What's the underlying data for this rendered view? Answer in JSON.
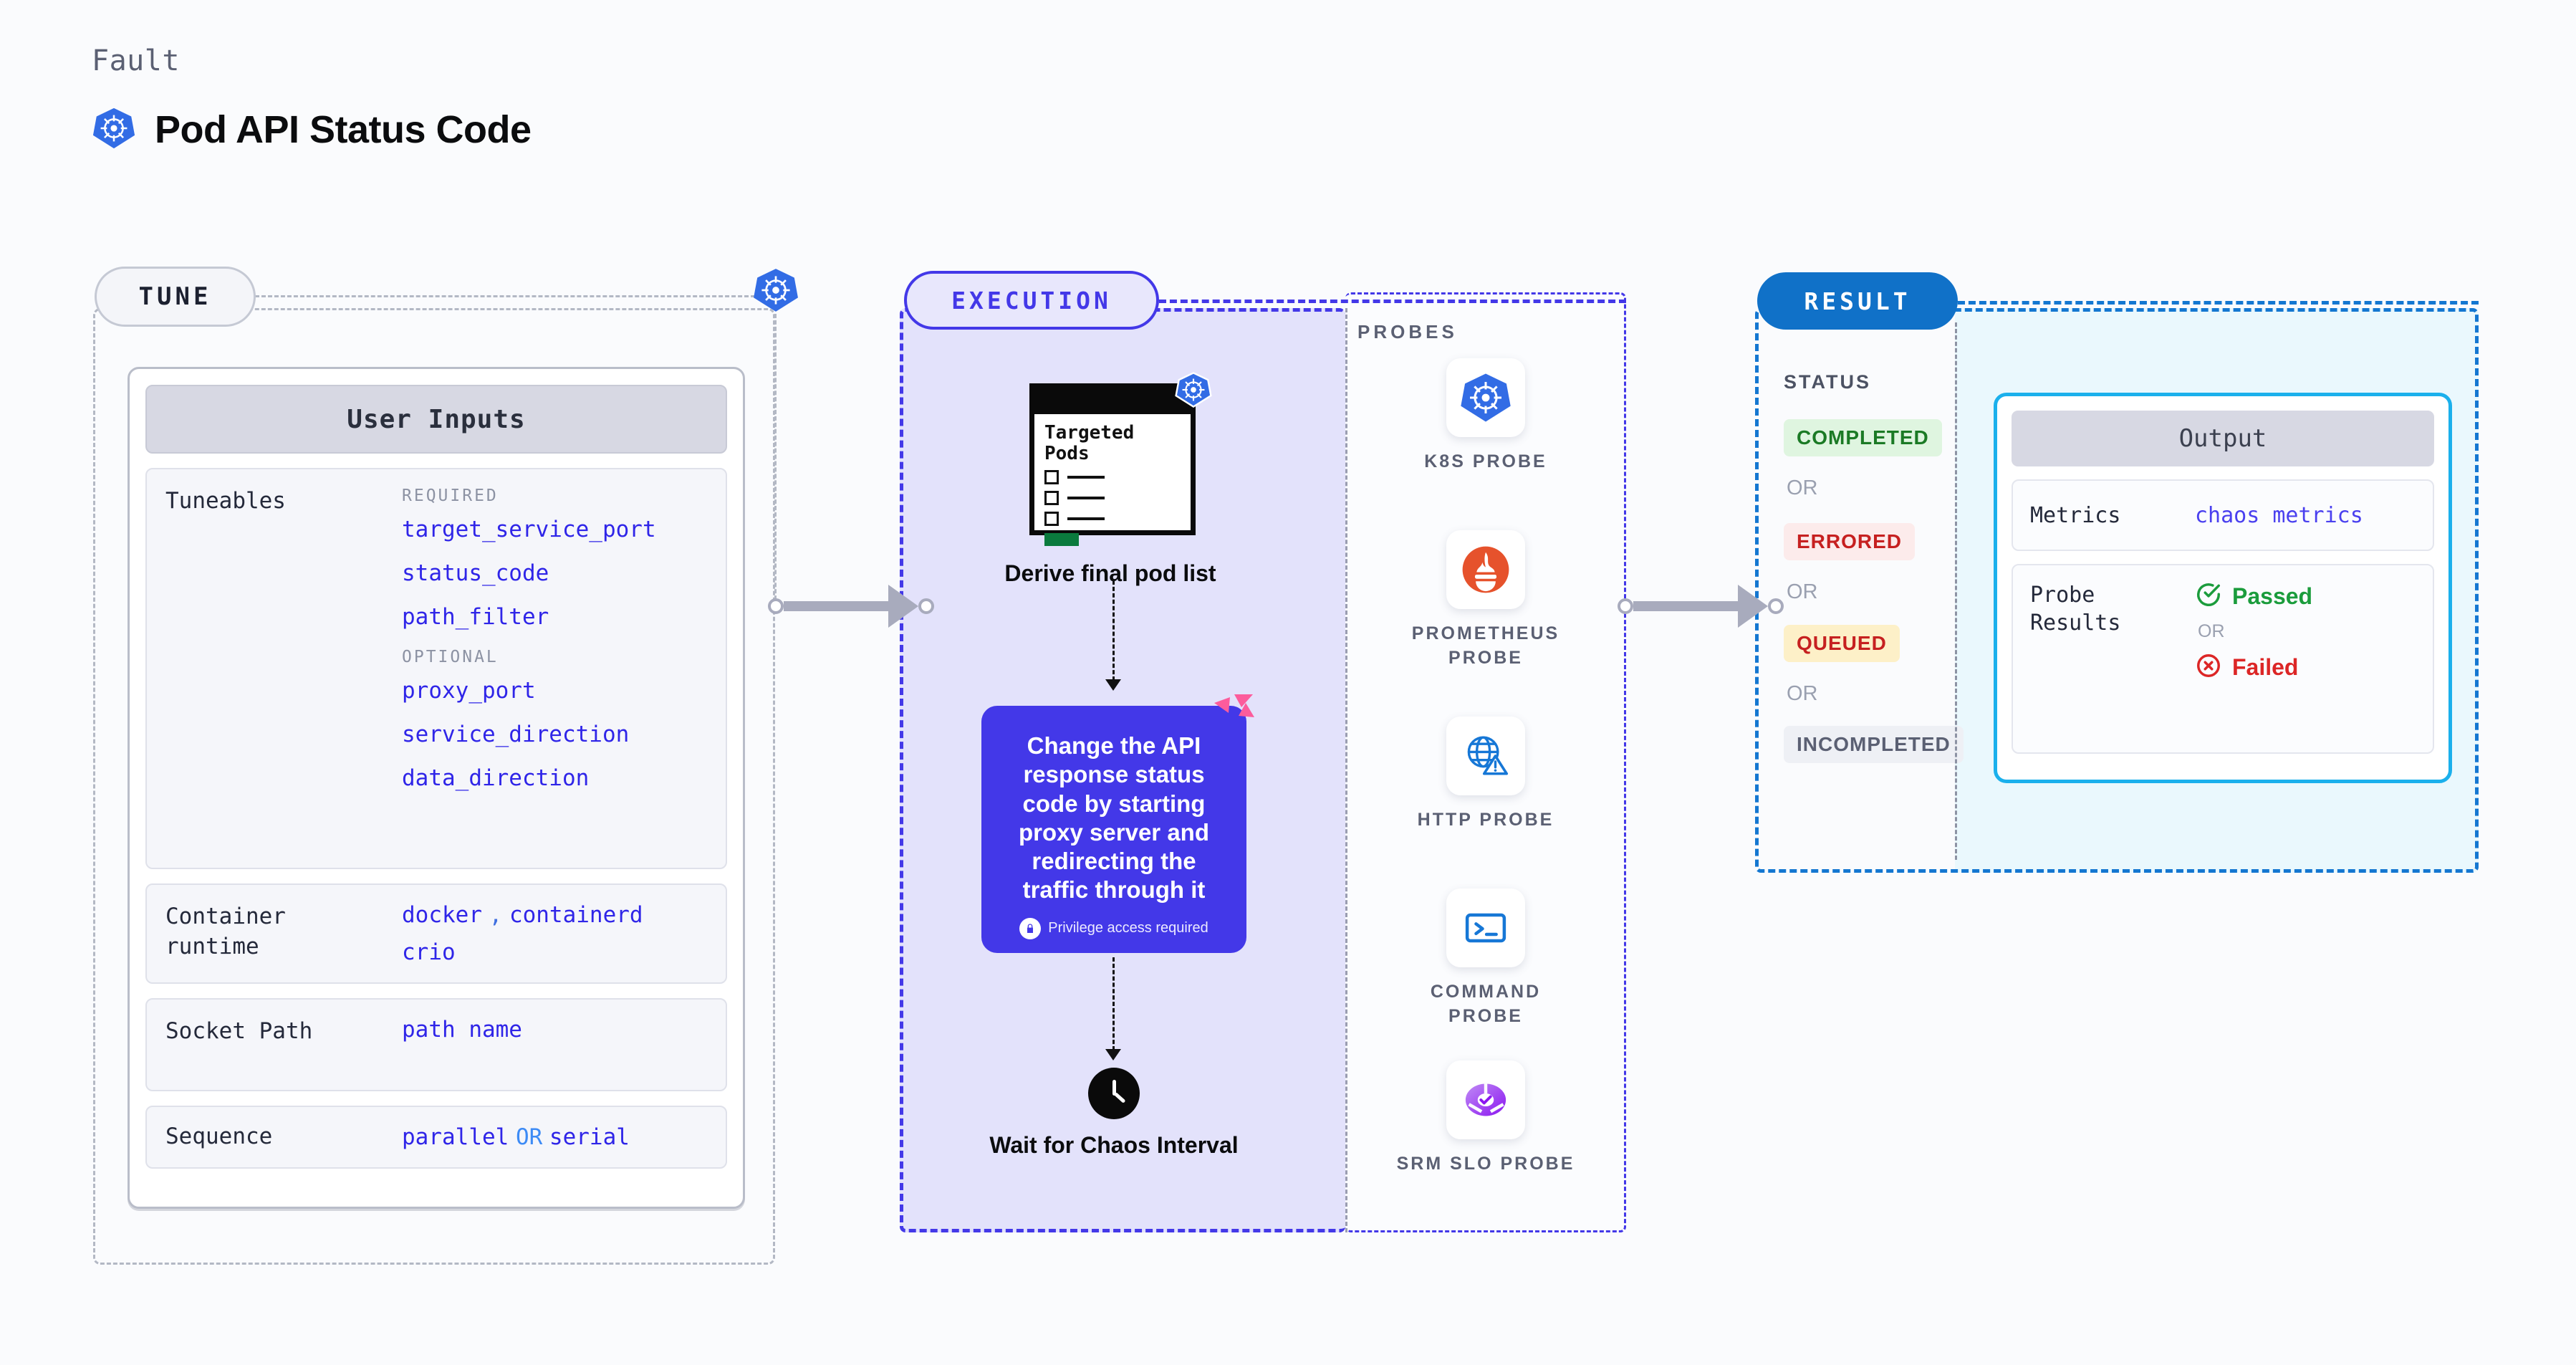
{
  "header": {
    "eyebrow": "Fault",
    "title": "Pod API Status Code",
    "icon": "kubernetes-icon"
  },
  "tune": {
    "pill_label": "TUNE",
    "card_title": "User Inputs",
    "rows": [
      {
        "label": "Tuneables",
        "groups": [
          {
            "group": "REQUIRED",
            "items": [
              "target_service_port",
              "status_code",
              "path_filter"
            ]
          },
          {
            "group": "OPTIONAL",
            "items": [
              "proxy_port",
              "service_direction",
              "data_direction"
            ]
          }
        ]
      },
      {
        "label": "Container runtime",
        "values": [
          "docker",
          ",",
          "containerd",
          "crio"
        ]
      },
      {
        "label": "Socket Path",
        "values": [
          "path name"
        ]
      },
      {
        "label": "Sequence",
        "values": [
          "parallel",
          "OR",
          "serial"
        ]
      }
    ],
    "container_runtime_label": "Container\nruntime",
    "container_runtime_v1": "docker",
    "container_runtime_sep": ",",
    "container_runtime_v2": "containerd",
    "container_runtime_v3": "crio",
    "socket_label": "Socket Path",
    "socket_value": "path name",
    "sequence_label": "Sequence",
    "sequence_v1": "parallel",
    "sequence_or": "OR",
    "sequence_v2": "serial",
    "tuneables_label": "Tuneables",
    "required_label": "REQUIRED",
    "optional_label": "OPTIONAL",
    "required_items": [
      "target_service_port",
      "status_code",
      "path_filter"
    ],
    "optional_items": [
      "proxy_port",
      "service_direction",
      "data_direction"
    ]
  },
  "execution": {
    "pill_label": "EXECUTION",
    "pods_card_title": "Targeted Pods",
    "pods_caption": "Derive final pod list",
    "chaos_text": "Change the API response status code by starting proxy server and redirecting the traffic through it",
    "privilege_note": "Privilege access required",
    "privilege_icon": "lock-icon",
    "chaos_mark_icon": "chaos-pinwheel-icon",
    "clock_icon": "clock-icon",
    "clock_caption": "Wait for Chaos Interval"
  },
  "probes": {
    "title": "PROBES",
    "items": [
      {
        "label": "K8S PROBE",
        "icon": "kubernetes-icon"
      },
      {
        "label": "PROMETHEUS PROBE",
        "icon": "prometheus-icon"
      },
      {
        "label": "HTTP PROBE",
        "icon": "globe-warning-icon"
      },
      {
        "label": "COMMAND PROBE",
        "icon": "terminal-icon"
      },
      {
        "label": "SRM SLO PROBE",
        "icon": "srm-slo-icon"
      }
    ]
  },
  "result": {
    "pill_label": "RESULT",
    "status_title": "STATUS",
    "or_label": "OR",
    "statuses": [
      {
        "label": "COMPLETED",
        "bg": "#dff5e0",
        "fg": "#1b7a25"
      },
      {
        "label": "ERRORED",
        "bg": "#fcebeb",
        "fg": "#c62020"
      },
      {
        "label": "QUEUED",
        "bg": "#fdf0c8",
        "fg": "#c62020"
      },
      {
        "label": "INCOMPLETED",
        "bg": "#eef0f5",
        "fg": "#5b6073"
      }
    ],
    "output": {
      "title": "Output",
      "metrics_label": "Metrics",
      "metrics_value": "chaos metrics",
      "probe_results_label": "Probe Results",
      "passed_label": "Passed",
      "failed_label": "Failed",
      "or_label": "OR",
      "passed_icon": "check-circle-icon",
      "failed_icon": "x-circle-icon"
    }
  },
  "colors": {
    "accent_purple": "#4338e8",
    "accent_blue": "#1071c8",
    "k8s_blue": "#326ce5",
    "link_blue": "#2f25e8",
    "success_green": "#1b9c3c",
    "error_red": "#dc2626",
    "chaos_pink": "#fc5c9c"
  }
}
